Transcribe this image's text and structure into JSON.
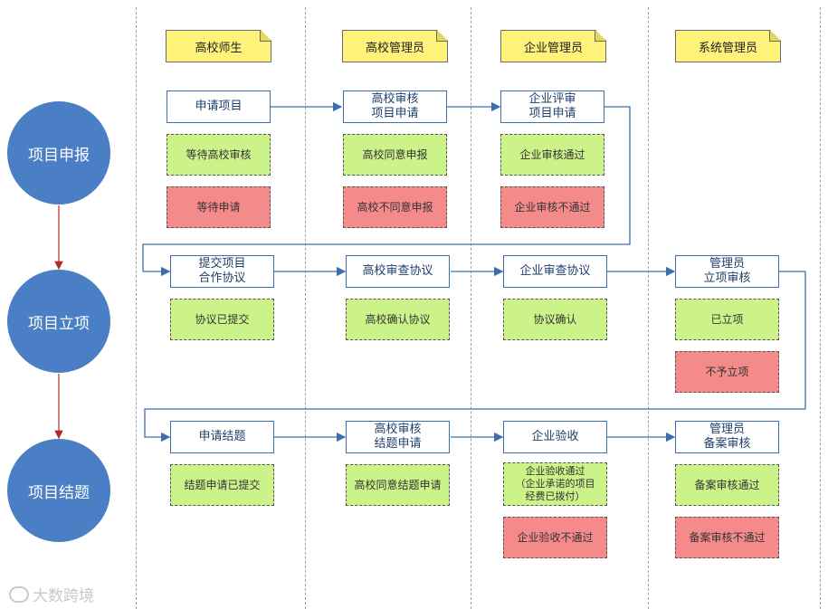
{
  "lanes": [
    "高校师生",
    "高校管理员",
    "企业管理员",
    "系统管理员"
  ],
  "phases": [
    "项目申报",
    "项目立项",
    "项目结题"
  ],
  "tasks": {
    "apply_project": "申请项目",
    "school_review_apply": "高校审核\n项目申请",
    "company_review_apply": "企业评审\n项目申请",
    "submit_agreement": "提交项目\n合作协议",
    "school_check_agreement": "高校审查协议",
    "company_check_agreement": "企业审查协议",
    "admin_approval": "管理员\n立项审核",
    "apply_closure": "申请结题",
    "school_review_closure": "高校审核\n结题申请",
    "company_acceptance": "企业验收",
    "admin_record": "管理员\n备案审核"
  },
  "statuses": {
    "wait_school_review": "等待高校审核",
    "wait_apply": "等待申请",
    "school_agree": "高校同意申报",
    "school_disagree": "高校不同意申报",
    "company_pass": "企业审核通过",
    "company_fail": "企业审核不通过",
    "agreement_submitted": "协议已提交",
    "school_confirm_agreement": "高校确认协议",
    "agreement_confirmed": "协议确认",
    "project_established": "已立项",
    "not_established": "不予立项",
    "closure_submitted": "结题申请已提交",
    "school_agree_closure": "高校同意结题申请",
    "acceptance_pass": "企业验收通过\n（企业承诺的项目\n经费已拨付）",
    "acceptance_fail": "企业验收不通过",
    "record_pass": "备案审核通过",
    "record_fail": "备案审核不通过"
  },
  "watermark": "大数跨境",
  "colors": {
    "phase": "#4a7fc6",
    "header": "#fff27a",
    "status_ok": "#ccf28a",
    "status_fail": "#f58a8a",
    "flow_line": "#3c6fae",
    "phase_arrow": "#b02a2a"
  }
}
